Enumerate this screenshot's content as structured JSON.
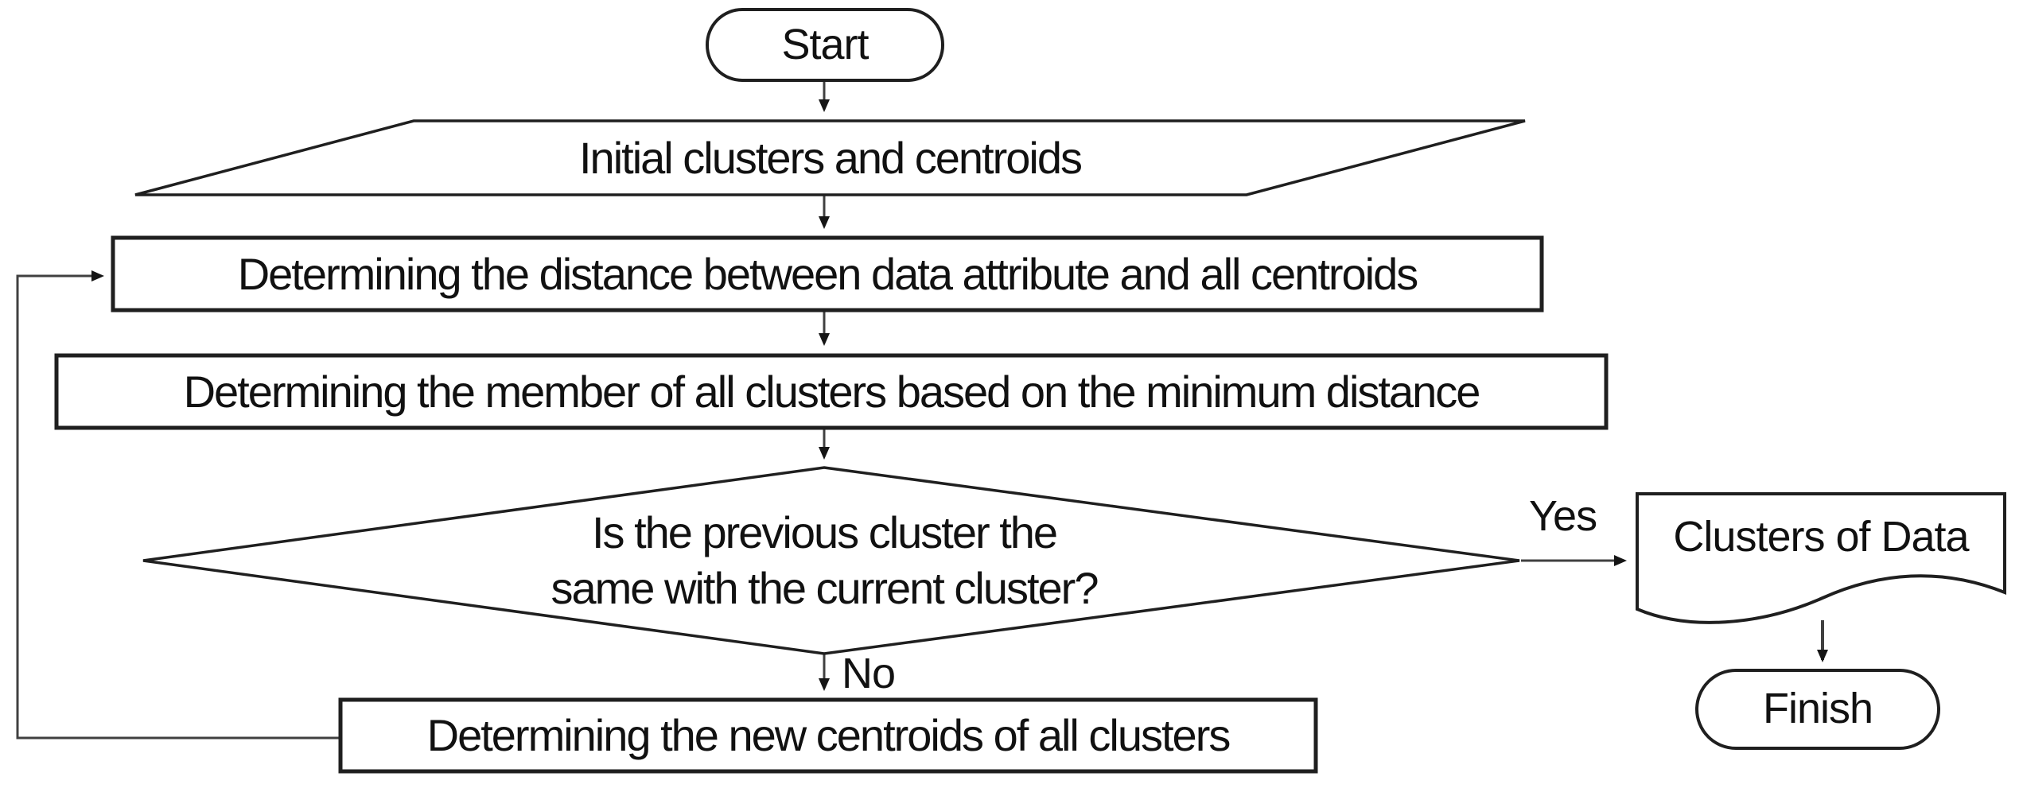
{
  "diagram": {
    "type": "flowchart",
    "nodes": {
      "start": "Start",
      "initial": "Initial clusters and centroids",
      "distance": "Determining the distance between data attribute and all centroids",
      "member": "Determining the member of all clusters based on the minimum distance",
      "decision_line1": "Is the previous cluster the",
      "decision_line2": "same with the current cluster?",
      "new_centroids": "Determining the new centroids of all clusters",
      "output_doc": "Clusters of Data",
      "finish": "Finish"
    },
    "edge_labels": {
      "yes": "Yes",
      "no": "No"
    },
    "colors": {
      "background": "#ffffff",
      "shape_fill": "#ffffff",
      "shape_stroke": "#1f1f1f",
      "connector": "#404040",
      "text": "#111111"
    }
  }
}
